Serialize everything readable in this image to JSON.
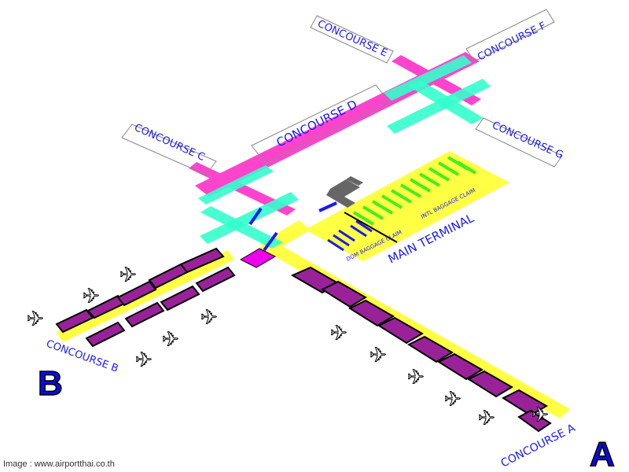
{
  "map": {
    "concourses": {
      "a": "CONCOURSE A",
      "b": "CONCOURSE B",
      "c": "CONCOURSE C",
      "d": "CONCOURSE D",
      "e": "CONCOURSE E",
      "f": "CONCOURSE F",
      "g": "CONCOURSE G"
    },
    "main_terminal": "MAIN TERMINAL",
    "intl_baggage": "INTL BAGGAGE CLAIM",
    "dom_baggage": "DOM BAGGAGE CLAIM",
    "big_a": "A",
    "big_b": "B"
  },
  "colors": {
    "pink": "#ff44cc",
    "teal": "#33ffcc",
    "yellow": "#ffff44",
    "purple": "#992299",
    "label": "#1a1aff"
  },
  "caption": "Image : www.airportthai.co.th"
}
